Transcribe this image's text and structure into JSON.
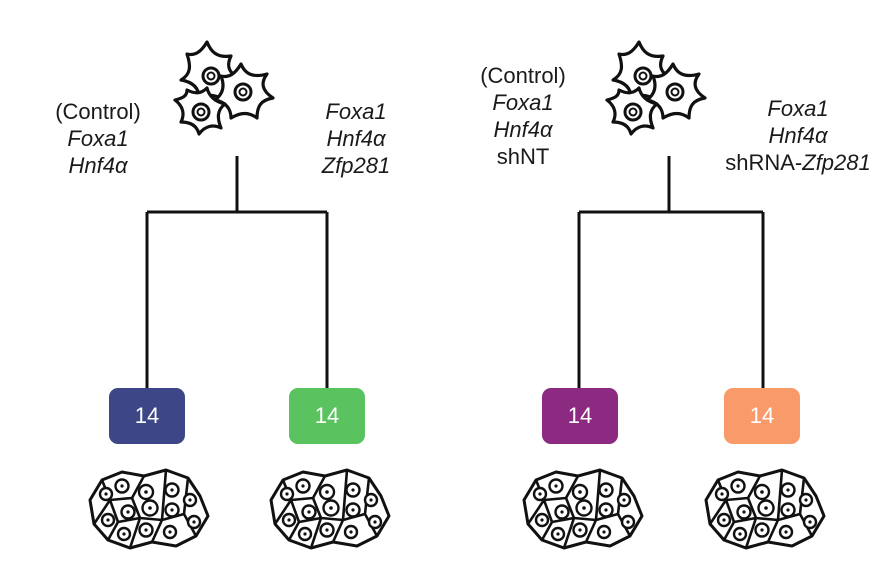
{
  "panels": [
    {
      "left_label": [
        {
          "text": "(Control)",
          "italic": false
        },
        {
          "text": "Foxa1",
          "italic": true
        },
        {
          "text": "Hnf4α",
          "italic": true
        }
      ],
      "right_label": [
        {
          "text": "Foxa1",
          "italic": true
        },
        {
          "text": "Hnf4α",
          "italic": true
        },
        {
          "text": "Zfp281",
          "italic": true
        }
      ],
      "boxes": [
        {
          "value": "14",
          "color": "#3d4687"
        },
        {
          "value": "14",
          "color": "#5ac35f"
        }
      ]
    },
    {
      "left_label": [
        {
          "text": "(Control)",
          "italic": false
        },
        {
          "text": "Foxa1",
          "italic": true
        },
        {
          "text": "Hnf4α",
          "italic": true
        },
        {
          "text": "shNT",
          "italic": false
        }
      ],
      "right_label": [
        {
          "text": "Foxa1",
          "italic": true
        },
        {
          "text": "Hnf4α",
          "italic": true
        },
        {
          "parts": [
            {
              "text": "shRNA-",
              "italic": false
            },
            {
              "text": "Zfp281",
              "italic": true
            }
          ]
        }
      ],
      "boxes": [
        {
          "value": "14",
          "color": "#8b2a80"
        },
        {
          "value": "14",
          "color": "#f89a6a"
        }
      ]
    }
  ],
  "icons": {
    "source": "fibroblast-cluster-icon",
    "target": "hepatocyte-cluster-icon"
  }
}
